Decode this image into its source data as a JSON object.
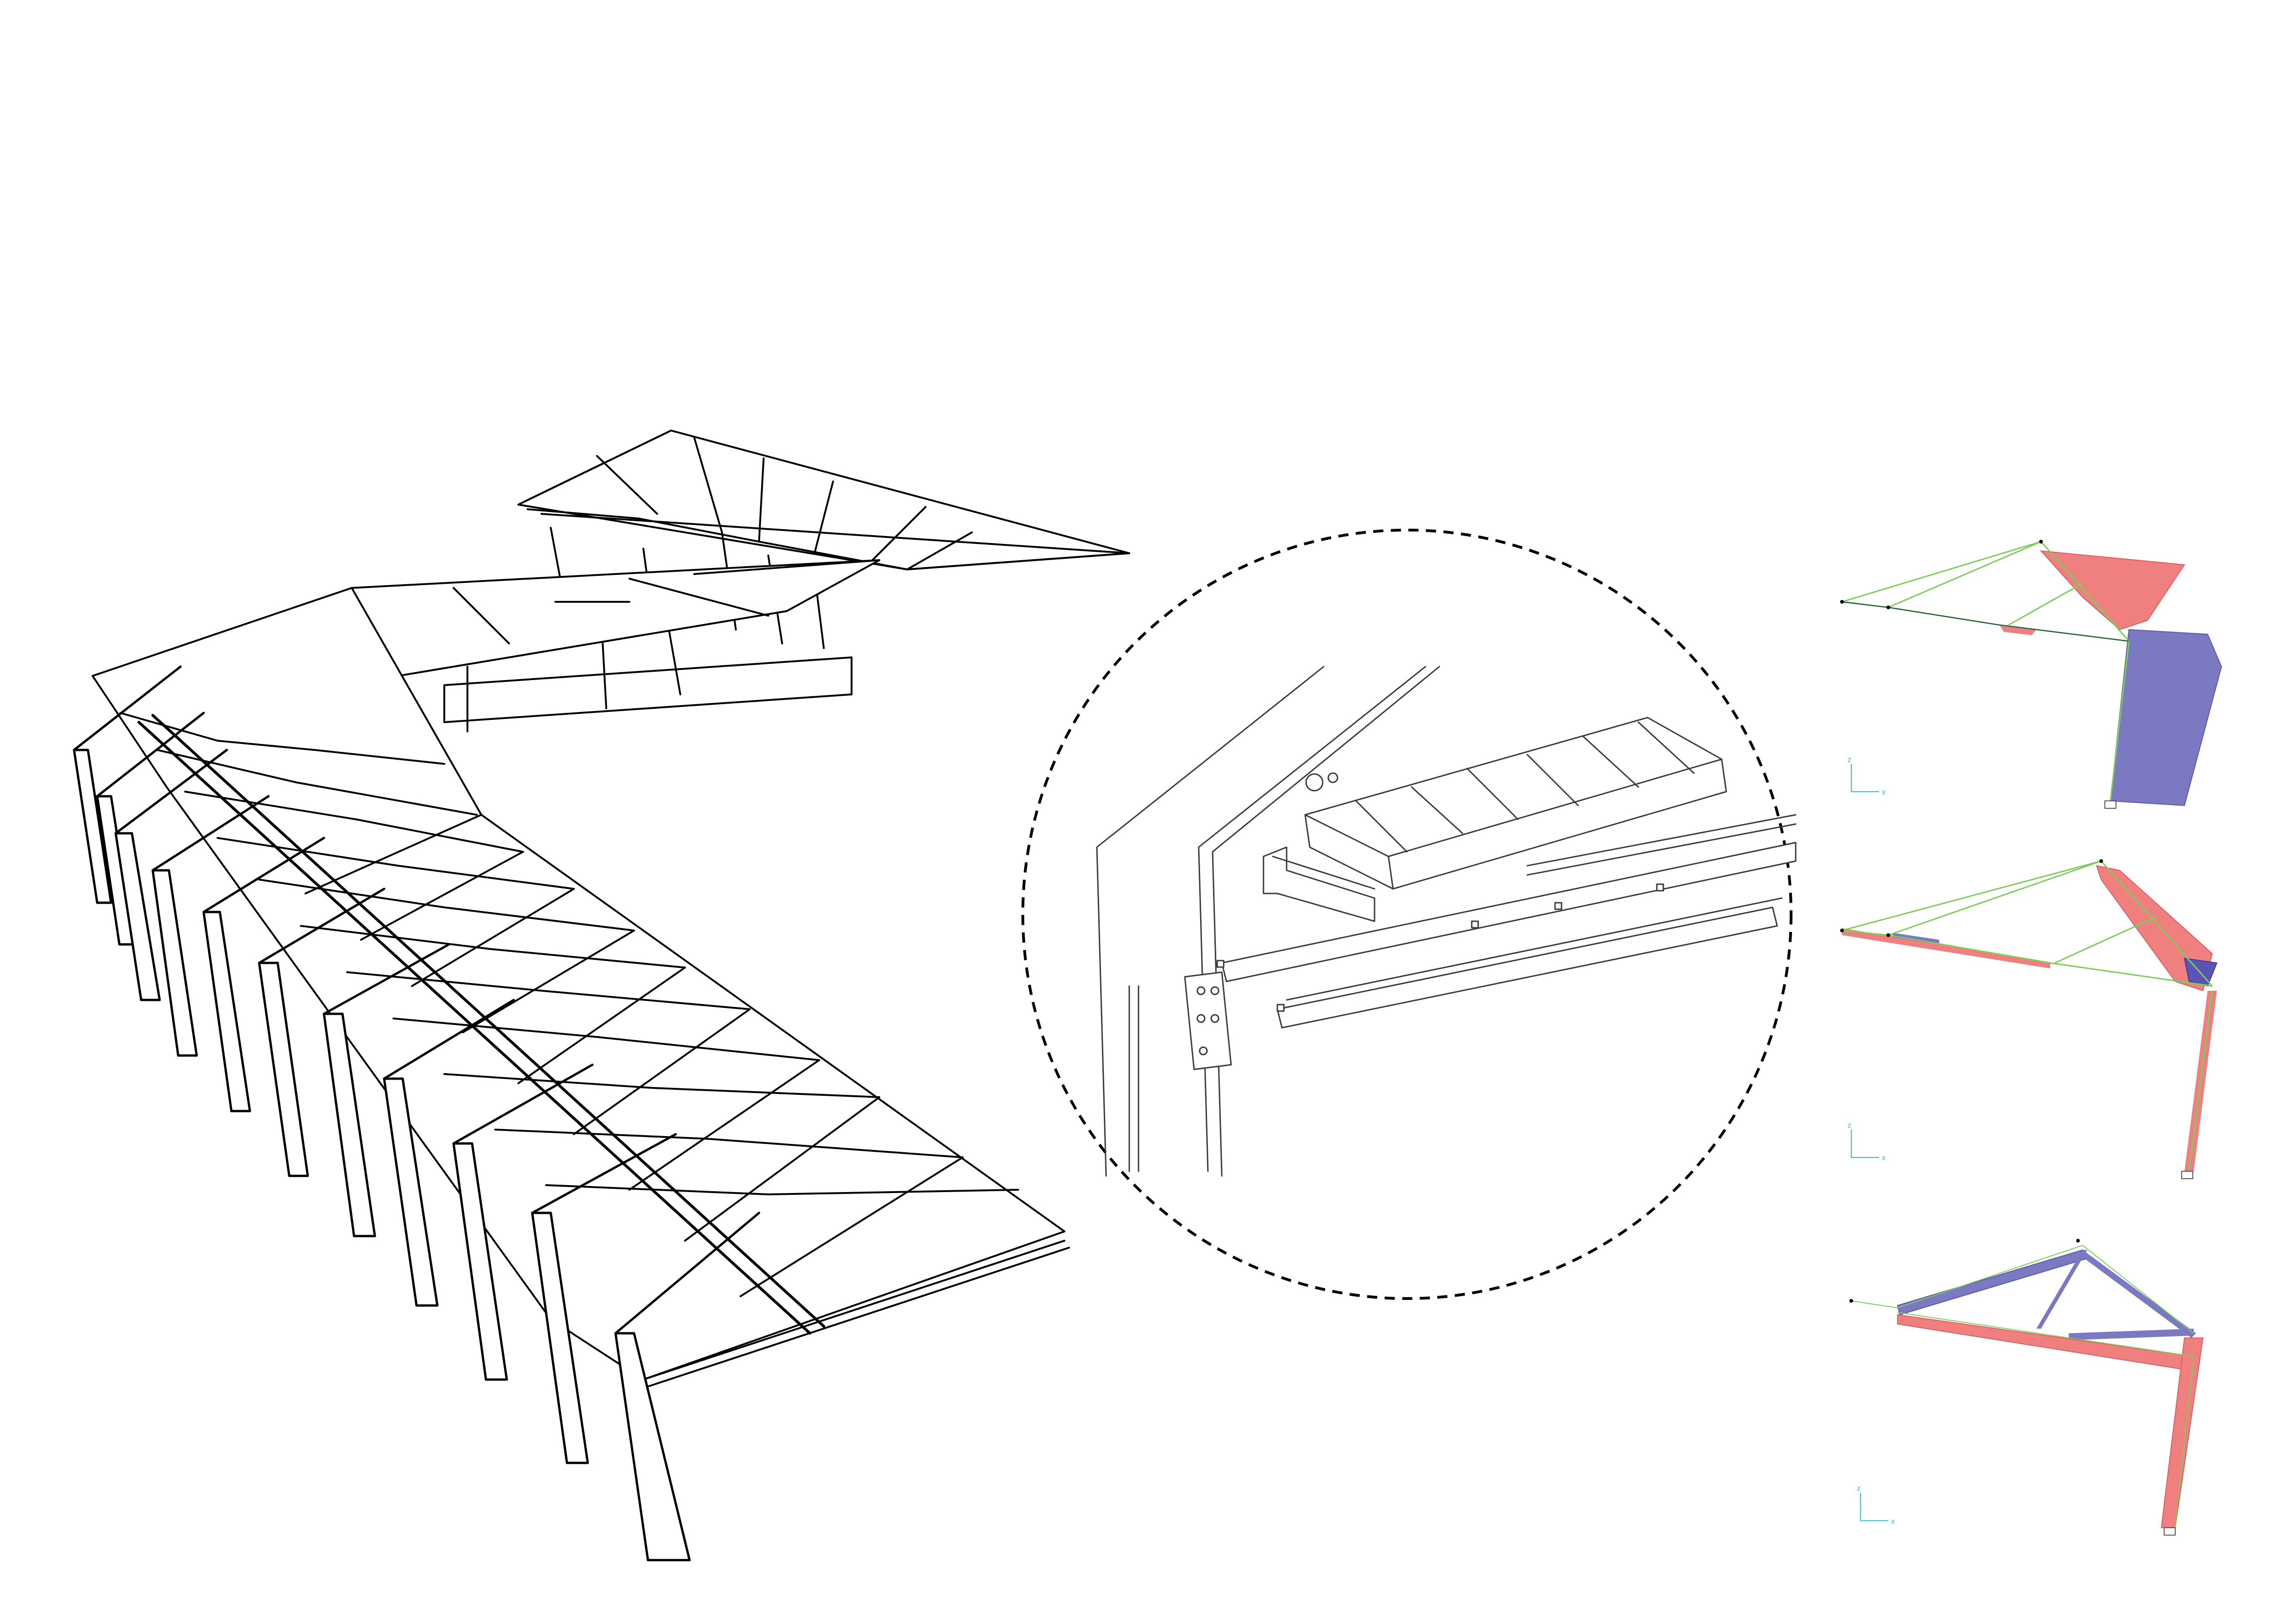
{
  "sheet": {
    "background": "#ffffff"
  },
  "colors": {
    "line": "#000000",
    "sketch": "#3a3a3a",
    "force_positive": "#f07f80",
    "force_negative": "#7b79c1",
    "member": "#7ccd5c",
    "axis": "#31c4d6"
  },
  "diagrams": [
    {
      "name": "diagram-top",
      "axis_vertical": "z",
      "axis_horizontal": "x"
    },
    {
      "name": "diagram-middle",
      "axis_vertical": "z",
      "axis_horizontal": "x"
    },
    {
      "name": "diagram-bottom",
      "axis_vertical": "z",
      "axis_horizontal": "x"
    }
  ],
  "icons": {
    "detail_callout": "dashed-circle-icon",
    "support": "fixed-support-icon",
    "axes": "axis-triad-icon"
  }
}
